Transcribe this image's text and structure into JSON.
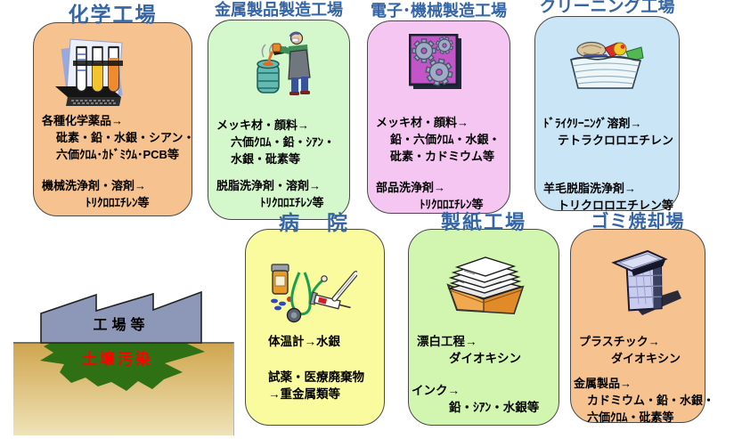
{
  "colors": {
    "title_blue": "#3565A5",
    "panel_border": "#4a4a4a",
    "factory_fill": "#8D97B8",
    "soil_top": "#D0A64F",
    "soil_bottom": "#EFE3B8",
    "contamination_fill": "#2F7015",
    "contamination_text": "#FF0000"
  },
  "panels": [
    {
      "id": "chemical-plant",
      "title": "化学工場",
      "icon": "test-tubes-icon",
      "fill": "#F6C28F",
      "lines": [
        "各種化学薬品→",
        "砒素・鉛・水銀・シアン・",
        "六価ｸﾛﾑ･ｶﾄﾞﾐｳﾑ･PCB等",
        "機械洗浄剤・溶剤→",
        "ﾄﾘｸﾛﾛｴﾁﾚﾝ等"
      ]
    },
    {
      "id": "metal-products-plant",
      "title": "金属製品製造工場",
      "icon": "metal-worker-icon",
      "fill": "#D5F7CC",
      "lines": [
        "メッキ材・顔料→",
        "六価ｸﾛﾑ・鉛・ｼｱﾝ・",
        "水銀・砒素等",
        "脱脂洗浄剤・溶剤→",
        "ﾄﾘｸﾛﾛｴﾁﾚﾝ等"
      ]
    },
    {
      "id": "electronics-machinery-plant",
      "title": "電子･機械製造工場",
      "icon": "gears-icon",
      "fill": "#F6C6F2",
      "lines": [
        "メッキ材・顔料→",
        "鉛・六価ｸﾛﾑ・水銀・",
        "砒素・カドミウム等",
        "部品洗浄剤→",
        "ﾄﾘｸﾛﾛｴﾁﾚﾝ等"
      ]
    },
    {
      "id": "dry-cleaning-plant",
      "title": "クリーニング工場",
      "icon": "laundry-basket-icon",
      "fill": "#C9E5F6",
      "lines": [
        "ﾄﾞﾗｲｸﾘｰﾆﾝｸﾞ溶剤→",
        "テトラクロロエチレン",
        "羊毛脱脂洗浄剤→",
        "トリクロロエチレン等"
      ]
    },
    {
      "id": "hospital",
      "title": "病　院",
      "icon": "medical-supplies-icon",
      "fill": "#FAFA9E",
      "lines": [
        "体温計→水銀",
        "試薬・医療廃棄物",
        "→重金属類等"
      ]
    },
    {
      "id": "paper-mill",
      "title": "製紙工場",
      "icon": "paper-stack-icon",
      "fill": "#D2F5B0",
      "lines": [
        "漂白工程→",
        "ダイオキシン",
        "インク→",
        "鉛・ｼｱﾝ・水銀等"
      ]
    },
    {
      "id": "incinerator",
      "title": "ゴミ焼却場",
      "icon": "trash-can-icon",
      "fill": "#F6C28F",
      "lines": [
        "プラスチック→",
        "ダイオキシン",
        "金属製品→",
        "カドミウム・鉛・水銀・",
        "六価ｸﾛﾑ・砒素等"
      ]
    }
  ],
  "ground": {
    "factory_label": "工場等",
    "contamination_label": "土壌汚染"
  }
}
